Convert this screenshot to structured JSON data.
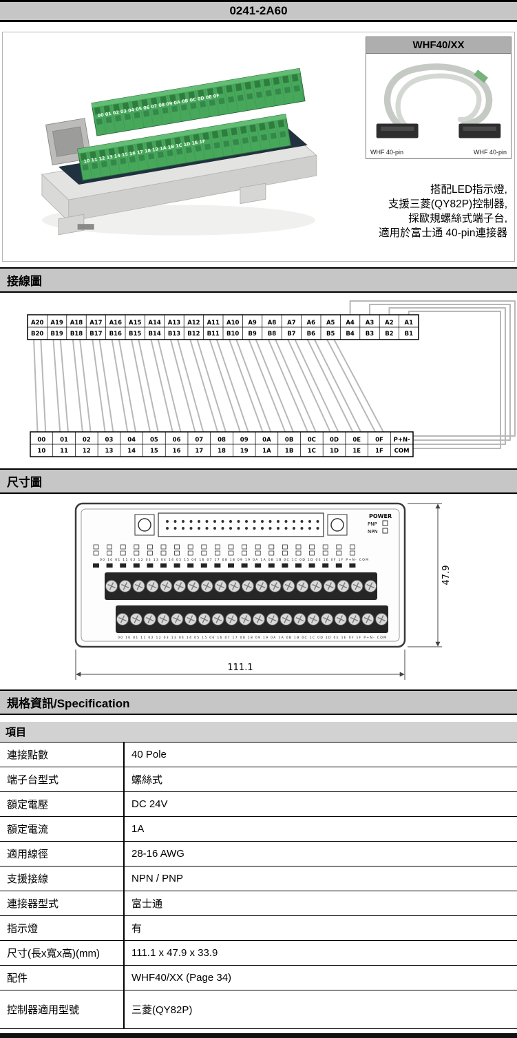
{
  "page": {
    "title": "0241-2A60"
  },
  "product": {
    "cable": {
      "model": "WHF40/XX",
      "left_label": "WHF 40-pin",
      "right_label": "WHF 40-pin"
    },
    "features": [
      "搭配LED指示燈,",
      "支援三菱(QY82P)控制器,",
      "採歐規螺絲式端子台,",
      "適用於富士通 40-pin連接器"
    ]
  },
  "wiring": {
    "section_title": "接線圖",
    "top_row_a": [
      "A20",
      "A19",
      "A18",
      "A17",
      "A16",
      "A15",
      "A14",
      "A13",
      "A12",
      "A11",
      "A10",
      "A9",
      "A8",
      "A7",
      "A6",
      "A5",
      "A4",
      "A3",
      "A2",
      "A1"
    ],
    "top_row_b": [
      "B20",
      "B19",
      "B18",
      "B17",
      "B16",
      "B15",
      "B14",
      "B13",
      "B12",
      "B11",
      "B10",
      "B9",
      "B8",
      "B7",
      "B6",
      "B5",
      "B4",
      "B3",
      "B2",
      "B1"
    ],
    "bottom_row_1": [
      "00",
      "01",
      "02",
      "03",
      "04",
      "05",
      "06",
      "07",
      "08",
      "09",
      "0A",
      "0B",
      "0C",
      "0D",
      "0E",
      "0F",
      "P+N-"
    ],
    "bottom_row_2": [
      "10",
      "11",
      "12",
      "13",
      "14",
      "15",
      "16",
      "17",
      "18",
      "19",
      "1A",
      "1B",
      "1C",
      "1D",
      "1E",
      "1F",
      "COM"
    ]
  },
  "dimension": {
    "section_title": "尺寸圖",
    "width_mm": "111.1",
    "height_mm": "47.9",
    "power_label": "POWER",
    "pnp_label": "PNP",
    "npn_label": "NPN"
  },
  "spec": {
    "section_title": "規格資訊/Specification",
    "items_header": "項目",
    "rows": [
      {
        "label": "連接點數",
        "value": "40 Pole"
      },
      {
        "label": "端子台型式",
        "value": "螺絲式"
      },
      {
        "label": "額定電壓",
        "value": "DC 24V"
      },
      {
        "label": "額定電流",
        "value": "1A"
      },
      {
        "label": "適用線徑",
        "value": "28-16 AWG"
      },
      {
        "label": "支援接線",
        "value": "NPN / PNP"
      },
      {
        "label": "連接器型式",
        "value": "富士通"
      },
      {
        "label": "指示燈",
        "value": "有"
      },
      {
        "label": "尺寸(長x寬x高)(mm)",
        "value": "111.1 x 47.9 x 33.9"
      },
      {
        "label": "配件",
        "value": "WHF40/XX (Page 34)"
      },
      {
        "label": "控制器適用型號",
        "value": "三菱(QY82P)"
      }
    ]
  },
  "colors": {
    "header_bar_gray": "#c6c6c6",
    "terminal_green": "#3f9b52",
    "wire_gray": "#b8b8b8"
  }
}
